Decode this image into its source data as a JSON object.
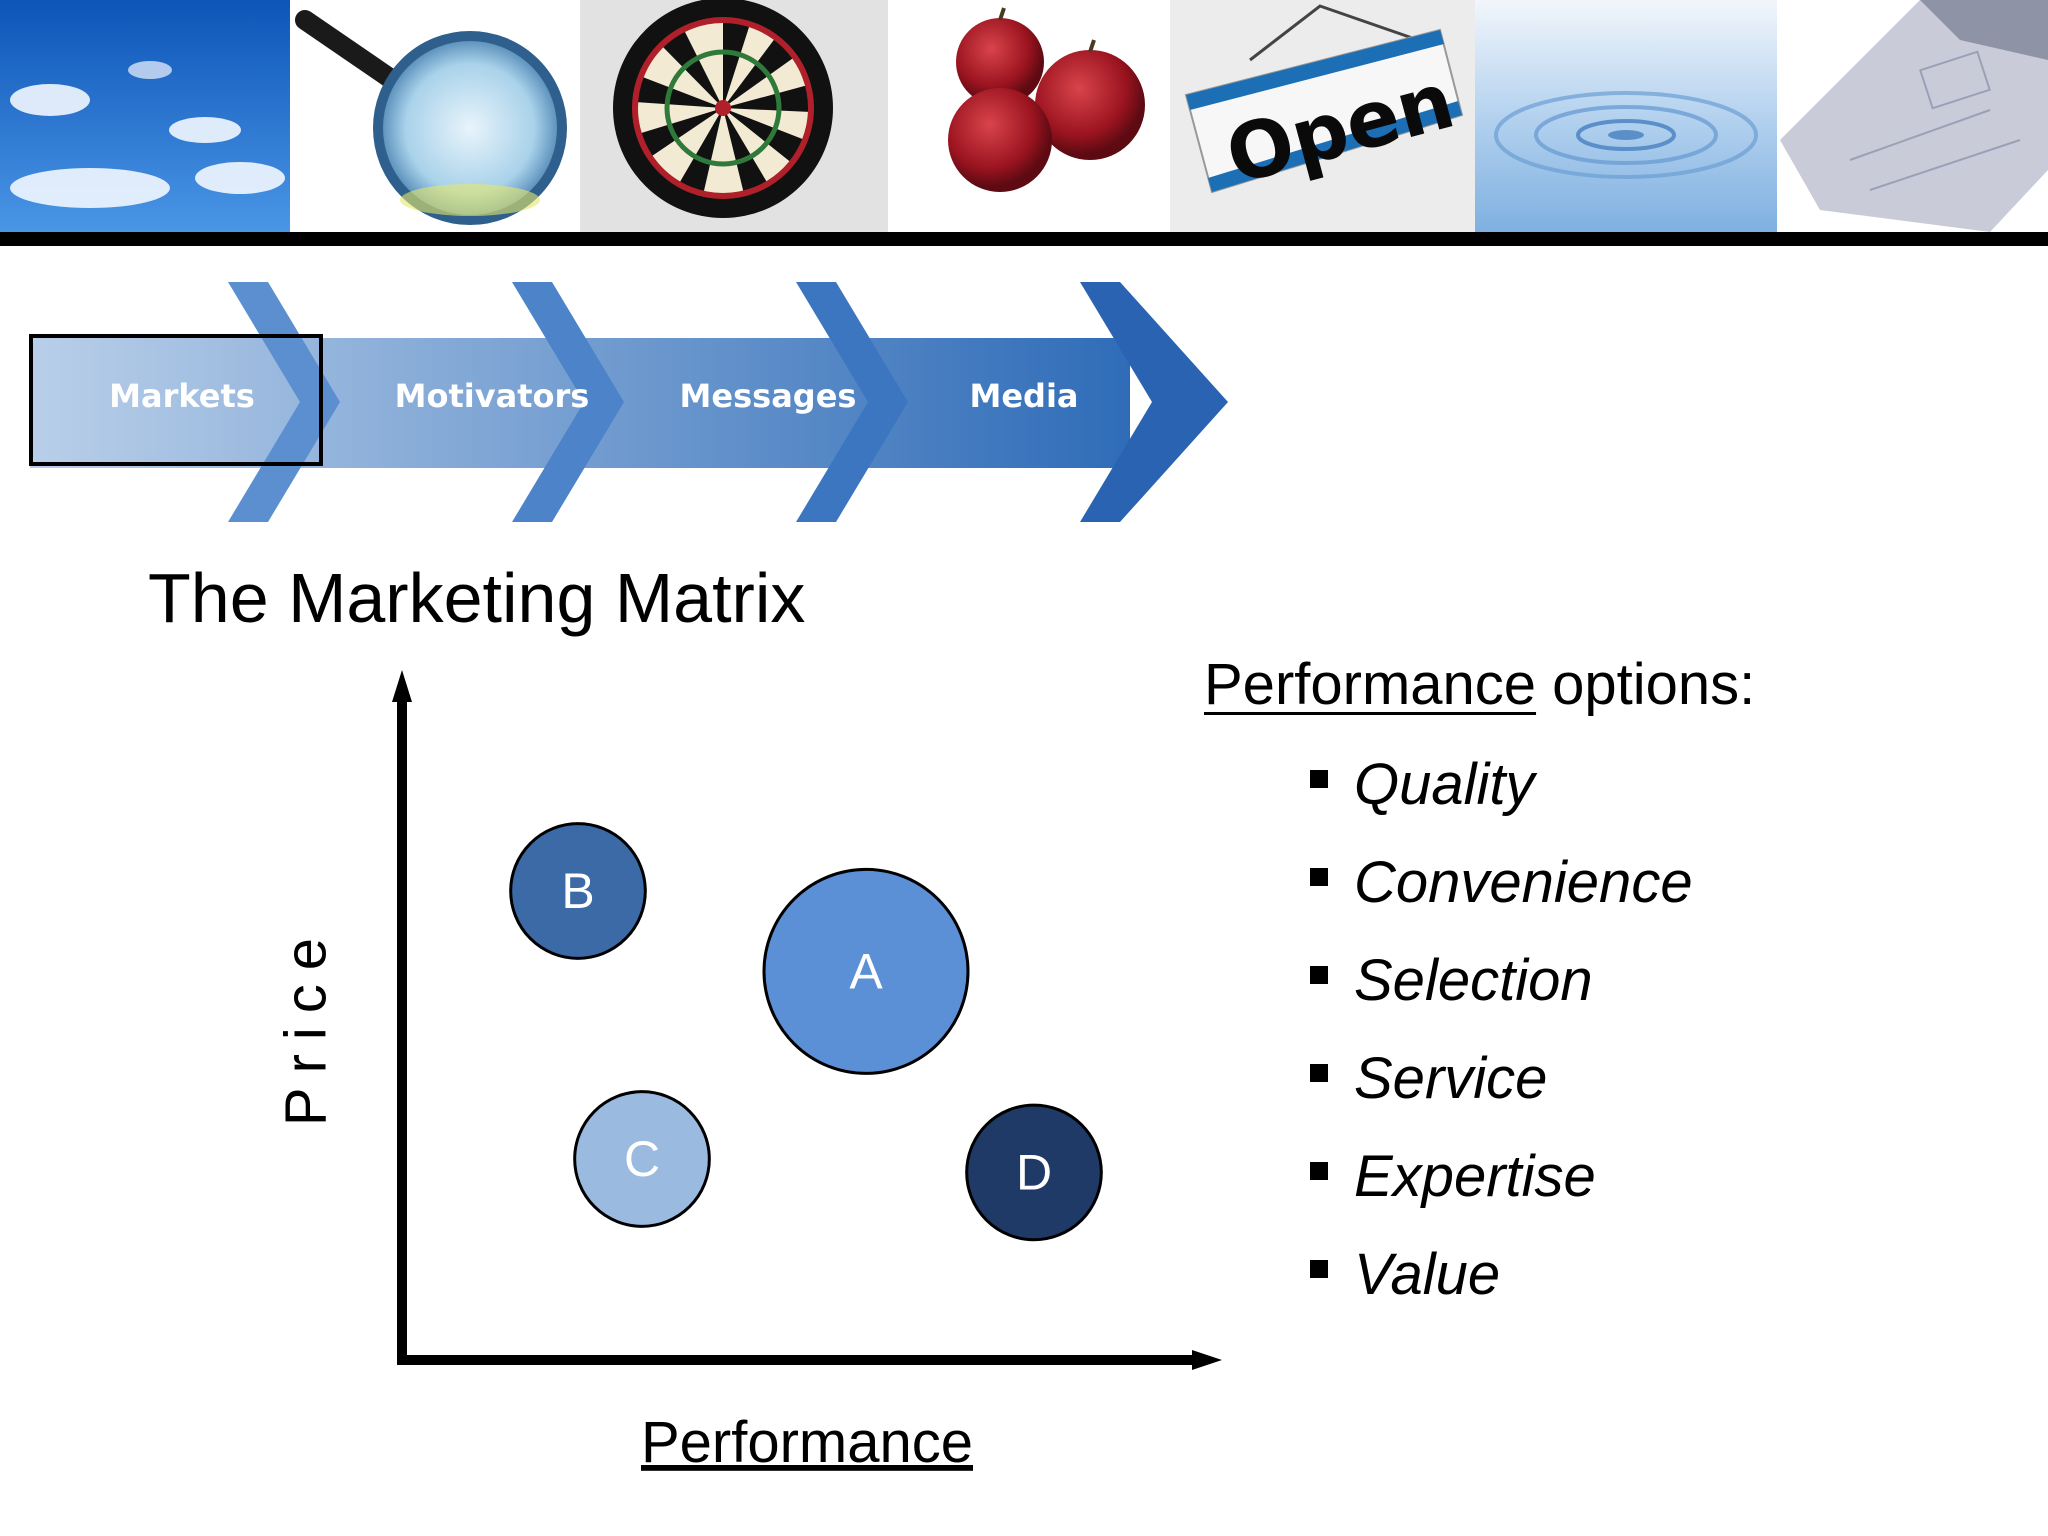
{
  "header": {
    "photos": [
      "clouds-photo",
      "magnifying-glass-photo",
      "dartboard-photo",
      "apples-photo",
      "open-sign-photo",
      "water-ripple-photo",
      "blueprint-photo"
    ],
    "open_sign_text": "Open"
  },
  "process": {
    "steps": [
      "Markets",
      "Motivators",
      "Messages",
      "Media"
    ],
    "selected_index": 0
  },
  "title": "The Marketing Matrix",
  "chart_data": {
    "type": "bubble",
    "xlabel": "Performance",
    "ylabel": "Price",
    "grid": false,
    "points": [
      {
        "label": "A",
        "x": 0.58,
        "y": 0.58,
        "size": 1.0,
        "color": "#5b8fd6"
      },
      {
        "label": "B",
        "x": 0.22,
        "y": 0.7,
        "size": 0.66,
        "color": "#3b6aa6"
      },
      {
        "label": "C",
        "x": 0.3,
        "y": 0.3,
        "size": 0.66,
        "color": "#9bbae0"
      },
      {
        "label": "D",
        "x": 0.79,
        "y": 0.28,
        "size": 0.66,
        "color": "#1f3a66"
      }
    ]
  },
  "performance": {
    "heading_underlined": "Performance",
    "heading_rest": " options:",
    "options": [
      "Quality",
      "Convenience",
      "Selection",
      "Service",
      "Expertise",
      "Value"
    ]
  }
}
